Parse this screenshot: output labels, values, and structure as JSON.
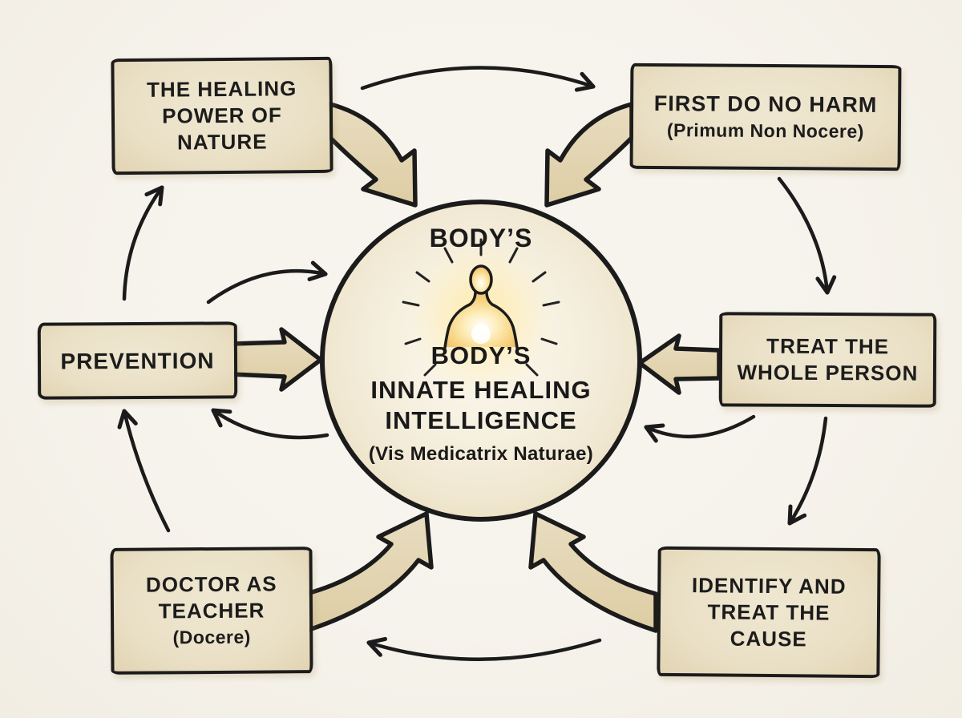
{
  "center": {
    "top_word": "BODY’S",
    "line1": "BODY’S",
    "line2": "INNATE HEALING",
    "line3": "INTELLIGENCE",
    "latin": "(Vis Medicatrix Naturae)",
    "icon": "glowing-person-icon"
  },
  "principles": {
    "healing_power": {
      "line1": "THE HEALING",
      "line2": "POWER OF",
      "line3": "NATURE"
    },
    "first_do_no_harm": {
      "line1": "FIRST DO NO HARM",
      "latin": "(Primum Non Nocere)"
    },
    "prevention": {
      "line1": "PREVENTION"
    },
    "treat_whole_person": {
      "line1": "TREAT THE",
      "line2": "WHOLE PERSON"
    },
    "doctor_as_teacher": {
      "line1": "DOCTOR AS",
      "line2": "TEACHER",
      "latin": "(Docere)"
    },
    "identify_treat_cause": {
      "line1": "IDENTIFY AND",
      "line2": "TREAT THE",
      "line3": "CAUSE"
    }
  },
  "colors": {
    "background": "#f6f3ec",
    "ink": "#1c1c1c",
    "box_fill": "#eae0c6",
    "block_arrow_fill": "#e3d6b4",
    "circle_fill": "#f4eedd",
    "glow": "#ffe9a4",
    "figure_orange": "#f3bd60"
  }
}
